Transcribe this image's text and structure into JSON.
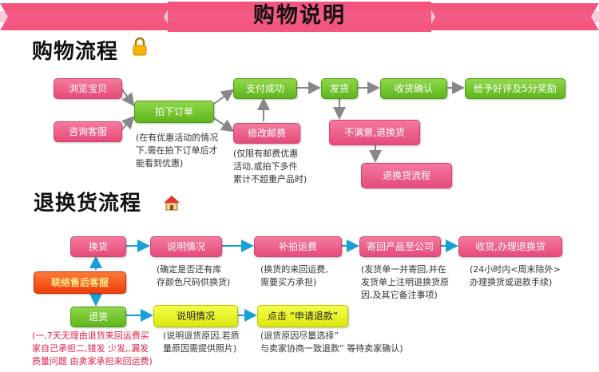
{
  "banner": {
    "title": "购物说明"
  },
  "shopping": {
    "title": "购物流程",
    "browse": "浏览宝贝",
    "consult": "咨询客服",
    "order": "拍下订单",
    "order_note": [
      "(在有优惠活动的情况",
      "下,需在拍下订单后才",
      "能看到优惠)"
    ],
    "modify_postage": "修改邮费",
    "postage_note": [
      "(仅限有邮费优惠",
      "活动,或拍下多件",
      "累计不超重产品时)"
    ],
    "paid": "支付成功",
    "ship": "发货",
    "confirm": "收货确认",
    "review": "给予好评及5分奖励",
    "unsatisfied": "不满意,退换货",
    "return_flow": "退换货流程"
  },
  "returns": {
    "title": "退换货流程",
    "contact": "联络售后客服",
    "exchange": "换货",
    "explain1": "说明情况",
    "explain1_note": [
      "(确定是否还有库",
      "存颜色尺码供换货)"
    ],
    "repay_shipping": "补拍运费",
    "repay_note": [
      "(换货的来回运费,",
      "需要买方承担)"
    ],
    "send_back": "寄回产品至公司",
    "send_back_note": [
      "(发货单一并寄回,并在",
      "发货单上注明退换货原",
      "因,及其它备注事项)"
    ],
    "receive": "收货,办理退换货",
    "receive_note": [
      "(24小时内<周末除外>",
      "办理换货或退款手续)"
    ],
    "refund": "退货",
    "refund_note": [
      "(一,7天无理由退货来回运费买",
      "家自己承担二,错发 少发,,漏发",
      "质量问题 由卖家承担来回运费)"
    ],
    "explain2": "说明情况",
    "explain2_note": [
      "(说明退货原因,若质",
      "量原因需提供照片)"
    ],
    "apply_refund": "点击 “申请退款”",
    "apply_note": [
      "(退货原因尽量选择”",
      "与卖家协商一致退款” 等待卖家确认)"
    ]
  }
}
